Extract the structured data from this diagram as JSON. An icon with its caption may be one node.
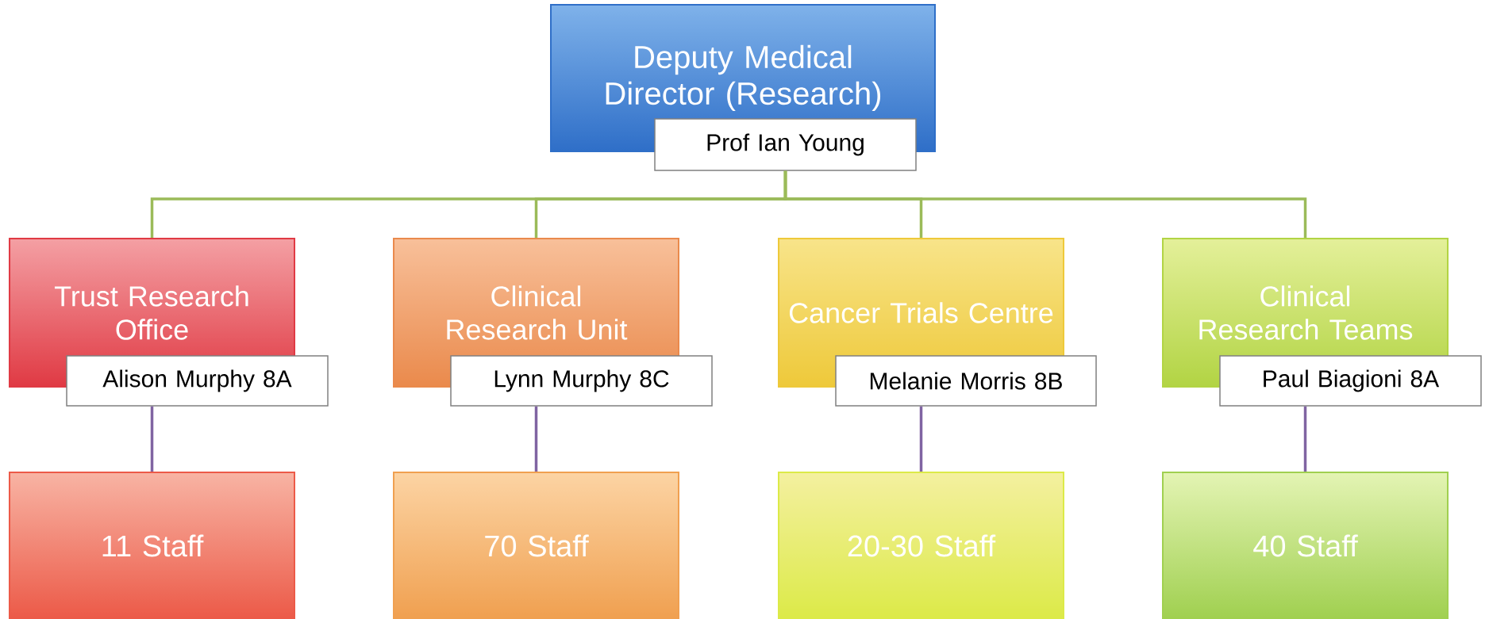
{
  "diagram": {
    "nodes": [
      {
        "text": [
          "Deputy Medical Director (Research)"
        ]
      },
      {
        "text": [
          "Prof Ian Young"
        ]
      },
      {
        "text": [
          "Trust Research Office"
        ]
      },
      {
        "text": [
          "Alison Murphy 8A"
        ]
      },
      {
        "text": [
          "Clinical Research Unit"
        ]
      },
      {
        "text": [
          "Lynn Murphy 8C"
        ]
      },
      {
        "text": [
          "Cancer Trials Centre"
        ]
      },
      {
        "text": [
          "Melanie Morris 8B"
        ]
      },
      {
        "text": [
          "Clinical Research Teams"
        ]
      },
      {
        "text": [
          "Paul Biagioni 8A"
        ]
      },
      {
        "text": [
          "11 Staff"
        ]
      },
      {
        "text": [
          "70 Staff"
        ]
      },
      {
        "text": [
          "20-30 Staff"
        ]
      },
      {
        "text": [
          "40 Staff"
        ]
      }
    ],
    "edges": [
      {
        "from": 1,
        "to": 2,
        "arrow": "none",
        "color": "#9bbb59"
      },
      {
        "from": 1,
        "to": 4,
        "arrow": "none",
        "color": "#9bbb59"
      },
      {
        "from": 1,
        "to": 6,
        "arrow": "none",
        "color": "#9bbb59"
      },
      {
        "from": 1,
        "to": 8,
        "arrow": "none",
        "color": "#9bbb59"
      },
      {
        "from": 3,
        "to": 10,
        "arrow": "none",
        "color": "#8064a2"
      },
      {
        "from": 5,
        "to": 11,
        "arrow": "none",
        "color": "#8064a2"
      },
      {
        "from": 7,
        "to": 12,
        "arrow": "none",
        "color": "#8064a2"
      },
      {
        "from": 9,
        "to": 13,
        "arrow": "none",
        "color": "#8064a2"
      }
    ]
  }
}
